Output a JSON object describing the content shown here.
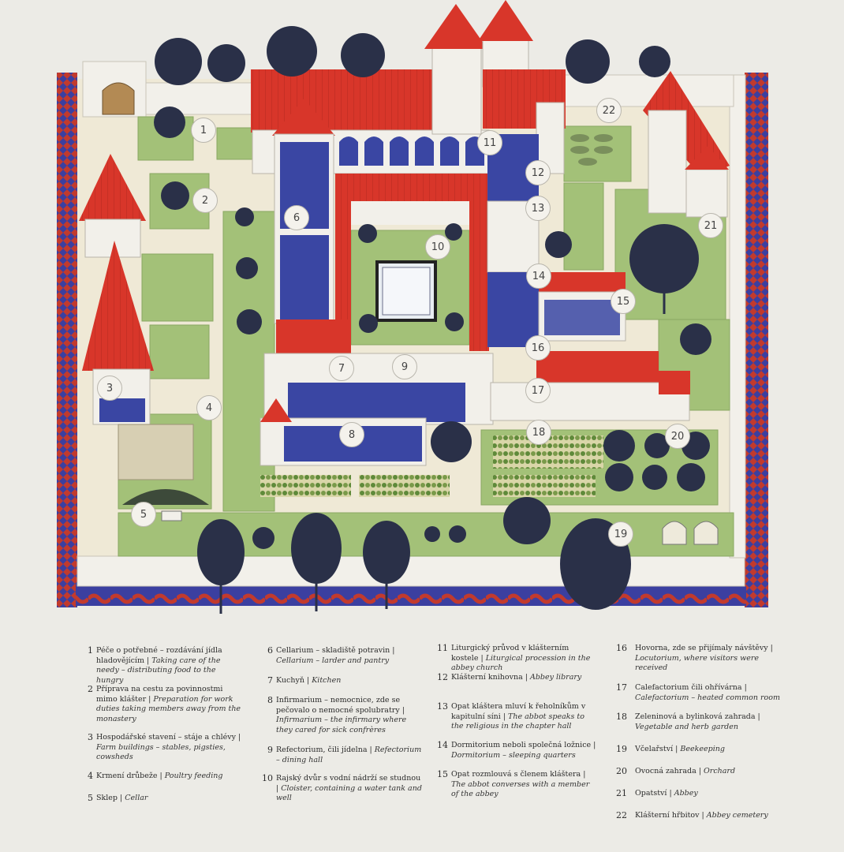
{
  "map": {
    "markers": [
      {
        "n": "1"
      },
      {
        "n": "2"
      },
      {
        "n": "3"
      },
      {
        "n": "4"
      },
      {
        "n": "5"
      },
      {
        "n": "6"
      },
      {
        "n": "7"
      },
      {
        "n": "8"
      },
      {
        "n": "9"
      },
      {
        "n": "10"
      },
      {
        "n": "11"
      },
      {
        "n": "12"
      },
      {
        "n": "13"
      },
      {
        "n": "14"
      },
      {
        "n": "15"
      },
      {
        "n": "16"
      },
      {
        "n": "17"
      },
      {
        "n": "18"
      },
      {
        "n": "19"
      },
      {
        "n": "20"
      },
      {
        "n": "21"
      },
      {
        "n": "22"
      }
    ],
    "colors": {
      "roof": "#d8362a",
      "grass": "#a3c178",
      "path": "#efe9d6",
      "wall": "#f2f0ea",
      "blue": "#3a46a3",
      "border": "#3b3fa0",
      "border_red": "#b2282a",
      "tree": "#2a3048"
    }
  },
  "legend": [
    {
      "num": "1",
      "cz": "Péče o potřebné – rozdávání jídla hladovějícím",
      "sep": " | ",
      "en": "Taking care of the needy – distributing food to the hungry"
    },
    {
      "num": "2",
      "cz": "Příprava na cestu za povinnostmi mimo klášter",
      "sep": " | ",
      "en": "Preparation for work duties taking members away from the monastery"
    },
    {
      "num": "3",
      "cz": "Hospodářské stavení – stáje a chlévy",
      "sep": " | ",
      "en": "Farm buildings – stables, pigsties, cowsheds"
    },
    {
      "num": "4",
      "cz": "Krmení drůbeže",
      "sep": " | ",
      "en": "Poultry feeding"
    },
    {
      "num": "5",
      "cz": "Sklep",
      "sep": " | ",
      "en": "Cellar"
    },
    {
      "num": "6",
      "cz": "Cellarium – skladiště potravin",
      "sep": " | ",
      "en": "Cellarium – larder and pantry"
    },
    {
      "num": "7",
      "cz": "Kuchyň",
      "sep": " | ",
      "en": "Kitchen"
    },
    {
      "num": "8",
      "cz": "Infirmarium – nemocnice, zde se pečovalo o nemocné spolubratry",
      "sep": " | ",
      "en": "Infirmarium – the infirmary where they cared for sick confrères"
    },
    {
      "num": "9",
      "cz": "Refectorium, čili jídelna",
      "sep": " | ",
      "en": "Refectorium – dining hall"
    },
    {
      "num": "10",
      "cz": "Rajský dvůr s vodní nádrží se studnou",
      "sep": " | ",
      "en": "Cloister, containing a water tank and well"
    },
    {
      "num": "11",
      "cz": "Liturgický průvod v klášterním kostele",
      "sep": " | ",
      "en": "Liturgical procession in the abbey church"
    },
    {
      "num": "12",
      "cz": "Klášterní knihovna",
      "sep": " | ",
      "en": "Abbey library"
    },
    {
      "num": "13",
      "cz": "Opat kláštera mluví k řeholníkům v kapitulní síni",
      "sep": " | ",
      "en": "The abbot speaks to the religious in the chapter hall"
    },
    {
      "num": "14",
      "cz": "Dormitorium neboli společná ložnice",
      "sep": " | ",
      "en": "Dormitorium – sleeping quarters"
    },
    {
      "num": "15",
      "cz": "Opat rozmlouvá s členem kláštera",
      "sep": " | ",
      "en": "The abbot converses with a member of the abbey"
    },
    {
      "num": "16",
      "cz": "Hovorna, zde se přijímaly návštěvy",
      "sep": " | ",
      "en": "Locutorium, where visitors were received"
    },
    {
      "num": "17",
      "cz": "Calefactorium čili ohřívárna",
      "sep": " | ",
      "en": "Calefactorium – heated common room"
    },
    {
      "num": "18",
      "cz": "Zeleninová a bylinková zahrada",
      "sep": " | ",
      "en": "Vegetable and herb garden"
    },
    {
      "num": "19",
      "cz": "Včelařství",
      "sep": " | ",
      "en": "Beekeeping"
    },
    {
      "num": "20",
      "cz": "Ovocná zahrada",
      "sep": " | ",
      "en": "Orchard"
    },
    {
      "num": "21",
      "cz": "Opatství",
      "sep": " | ",
      "en": "Abbey"
    },
    {
      "num": "22",
      "cz": "Klášterní hřbitov",
      "sep": " | ",
      "en": "Abbey cemetery"
    }
  ]
}
